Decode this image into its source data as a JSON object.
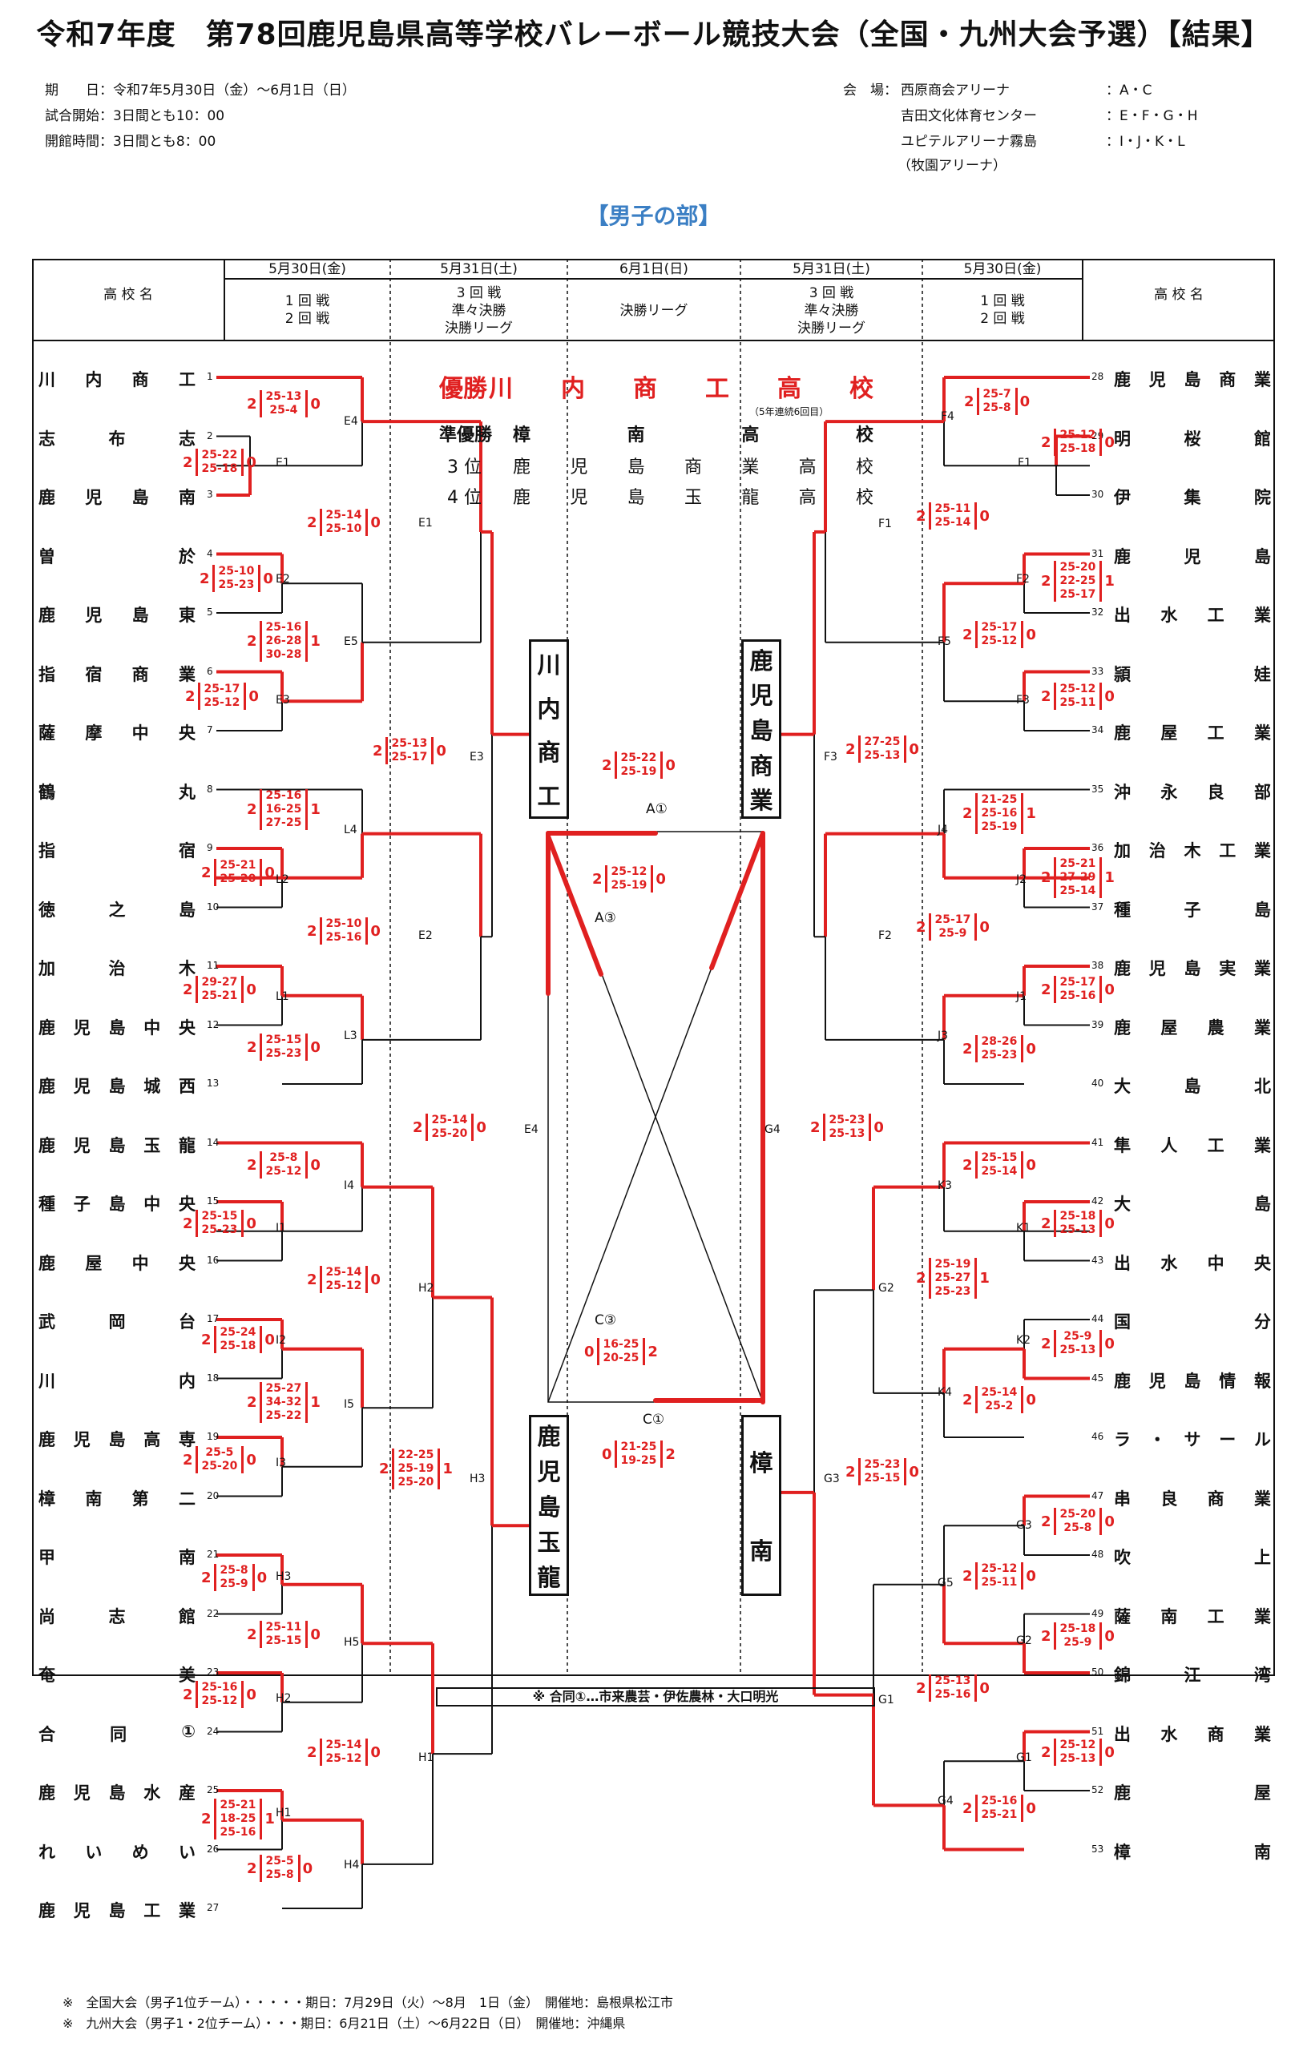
{
  "title": "令和7年度　第78回鹿児島県高等学校バレーボール競技大会（全国・九州大会予選）【結果】",
  "info": {
    "period": "期　　日：令和7年5月30日（金）～6月1日（日）",
    "start": "試合開始：3日間とも10：00",
    "open": "開館時間：3日間とも8：00",
    "venue_label": "会　場：",
    "venues": [
      {
        "name": "西原商会アリーナ",
        "courts": "：A・C"
      },
      {
        "name": "吉田文化体育センター",
        "courts": "：E・F・G・H"
      },
      {
        "name": "ユピテルアリーナ霧島",
        "courts": "：I・J・K・L"
      },
      {
        "name": "（牧園アリーナ）",
        "courts": ""
      }
    ]
  },
  "division": "【男子の部】",
  "header": {
    "school": "高 校 名",
    "cols": [
      {
        "date": "5月30日(金)",
        "l1": "1 回 戦",
        "l2": "2 回 戦",
        "l3": ""
      },
      {
        "date": "5月31日(土)",
        "l1": "3 回 戦",
        "l2": "準々決勝",
        "l3": "決勝リーグ"
      },
      {
        "date": "6月1日(日)",
        "l1": "決勝リーグ",
        "l2": "",
        "l3": ""
      },
      {
        "date": "5月31日(土)",
        "l1": "3 回 戦",
        "l2": "準々決勝",
        "l3": "決勝リーグ"
      },
      {
        "date": "5月30日(金)",
        "l1": "1 回 戦",
        "l2": "2 回 戦",
        "l3": ""
      }
    ]
  },
  "left_teams": [
    {
      "num": "1",
      "name": "川内商工"
    },
    {
      "num": "2",
      "name": "志布志"
    },
    {
      "num": "3",
      "name": "鹿児島南"
    },
    {
      "num": "4",
      "name": "曽於"
    },
    {
      "num": "5",
      "name": "鹿児島東"
    },
    {
      "num": "6",
      "name": "指宿商業"
    },
    {
      "num": "7",
      "name": "薩摩中央"
    },
    {
      "num": "8",
      "name": "鶴丸"
    },
    {
      "num": "9",
      "name": "指宿"
    },
    {
      "num": "10",
      "name": "徳之島"
    },
    {
      "num": "11",
      "name": "加治木"
    },
    {
      "num": "12",
      "name": "鹿児島中央"
    },
    {
      "num": "13",
      "name": "鹿児島城西"
    },
    {
      "num": "14",
      "name": "鹿児島玉龍"
    },
    {
      "num": "15",
      "name": "種子島中央"
    },
    {
      "num": "16",
      "name": "鹿屋中央"
    },
    {
      "num": "17",
      "name": "武岡台"
    },
    {
      "num": "18",
      "name": "川内"
    },
    {
      "num": "19",
      "name": "鹿児島高専"
    },
    {
      "num": "20",
      "name": "樟南第二"
    },
    {
      "num": "21",
      "name": "甲南"
    },
    {
      "num": "22",
      "name": "尚志館"
    },
    {
      "num": "23",
      "name": "奄美"
    },
    {
      "num": "24",
      "name": "合同①"
    },
    {
      "num": "25",
      "name": "鹿児島水産"
    },
    {
      "num": "26",
      "name": "れいめい"
    },
    {
      "num": "27",
      "name": "鹿児島工業"
    }
  ],
  "right_teams": [
    {
      "num": "28",
      "name": "鹿児島商業"
    },
    {
      "num": "29",
      "name": "明桜館"
    },
    {
      "num": "30",
      "name": "伊集院"
    },
    {
      "num": "31",
      "name": "鹿児島"
    },
    {
      "num": "32",
      "name": "出水工業"
    },
    {
      "num": "33",
      "name": "頴娃"
    },
    {
      "num": "34",
      "name": "鹿屋工業"
    },
    {
      "num": "35",
      "name": "沖永良部"
    },
    {
      "num": "36",
      "name": "加治木工業"
    },
    {
      "num": "37",
      "name": "種子島"
    },
    {
      "num": "38",
      "name": "鹿児島実業"
    },
    {
      "num": "39",
      "name": "鹿屋農業"
    },
    {
      "num": "40",
      "name": "大島北"
    },
    {
      "num": "41",
      "name": "隼人工業"
    },
    {
      "num": "42",
      "name": "大島"
    },
    {
      "num": "43",
      "name": "出水中央"
    },
    {
      "num": "44",
      "name": "国分"
    },
    {
      "num": "45",
      "name": "鹿児島情報"
    },
    {
      "num": "46",
      "name": "ラ・サール"
    },
    {
      "num": "47",
      "name": "串良商業"
    },
    {
      "num": "48",
      "name": "吹上"
    },
    {
      "num": "49",
      "name": "薩南工業"
    },
    {
      "num": "50",
      "name": "錦江湾"
    },
    {
      "num": "51",
      "name": "出水商業"
    },
    {
      "num": "52",
      "name": "鹿屋"
    },
    {
      "num": "53",
      "name": "樟南"
    }
  ],
  "results": {
    "win_label": "優勝",
    "win_team": "川内商工高校",
    "streak": "（5年連続6回目）",
    "rows": [
      {
        "label": "準優勝",
        "team": "樟南高校"
      },
      {
        "label": "3 位",
        "team": "鹿児島商業高校"
      },
      {
        "label": "4 位",
        "team": "鹿児島玉龍高校"
      }
    ]
  },
  "semifinal_boxes": {
    "top_left": "川内商工",
    "top_right": "鹿児島商業",
    "bottom_left": "鹿児島玉龍",
    "bottom_right": "樟南"
  },
  "league": {
    "A1": {
      "label": "A①",
      "l": "2",
      "sets": [
        "25-22",
        "25-19"
      ],
      "r": "0"
    },
    "A3": {
      "label": "A③",
      "l": "2",
      "sets": [
        "25-12",
        "25-19"
      ],
      "r": "0"
    },
    "C3": {
      "label": "C③",
      "l": "0",
      "sets": [
        "16-25",
        "20-25"
      ],
      "r": "2"
    },
    "C1": {
      "label": "C①",
      "l": "0",
      "sets": [
        "21-25",
        "19-25"
      ],
      "r": "2"
    }
  },
  "matches": [
    {
      "id": "E4a",
      "label": "E4",
      "l": "2",
      "sets": [
        "25-13",
        "25-4"
      ],
      "r": "0"
    },
    {
      "id": "E1a",
      "label": "E1",
      "l": "2",
      "sets": [
        "25-22",
        "25-18"
      ],
      "r": "0"
    },
    {
      "id": "E1b",
      "label": "E1",
      "l": "2",
      "sets": [
        "25-14",
        "25-10"
      ],
      "r": "0"
    },
    {
      "id": "E2a",
      "label": "E2",
      "l": "2",
      "sets": [
        "25-10",
        "25-23"
      ],
      "r": "0"
    },
    {
      "id": "E5",
      "label": "E5",
      "l": "2",
      "sets": [
        "25-16",
        "26-28",
        "30-28"
      ],
      "r": "1"
    },
    {
      "id": "E3a",
      "label": "E3",
      "l": "2",
      "sets": [
        "25-17",
        "25-12"
      ],
      "r": "0"
    },
    {
      "id": "E3b",
      "label": "E3",
      "l": "2",
      "sets": [
        "25-13",
        "25-17"
      ],
      "r": "0"
    },
    {
      "id": "L4",
      "label": "L4",
      "l": "2",
      "sets": [
        "25-16",
        "16-25",
        "27-25"
      ],
      "r": "1"
    },
    {
      "id": "L2",
      "label": "L2",
      "l": "2",
      "sets": [
        "25-21",
        "25-20"
      ],
      "r": "0"
    },
    {
      "id": "E2b",
      "label": "E2",
      "l": "2",
      "sets": [
        "25-10",
        "25-16"
      ],
      "r": "0"
    },
    {
      "id": "L1",
      "label": "L1",
      "l": "2",
      "sets": [
        "29-27",
        "25-21"
      ],
      "r": "0"
    },
    {
      "id": "L3",
      "label": "L3",
      "l": "2",
      "sets": [
        "25-15",
        "25-23"
      ],
      "r": "0"
    },
    {
      "id": "E4b",
      "label": "E4",
      "l": "2",
      "sets": [
        "25-14",
        "25-20"
      ],
      "r": "0"
    },
    {
      "id": "I4",
      "label": "I4",
      "l": "2",
      "sets": [
        "25-8",
        "25-12"
      ],
      "r": "0"
    },
    {
      "id": "I1",
      "label": "I1",
      "l": "2",
      "sets": [
        "25-15",
        "25-23"
      ],
      "r": "0"
    },
    {
      "id": "H2a",
      "label": "H2",
      "l": "2",
      "sets": [
        "25-14",
        "25-12"
      ],
      "r": "0"
    },
    {
      "id": "I2",
      "label": "I2",
      "l": "2",
      "sets": [
        "25-24",
        "25-18"
      ],
      "r": "0"
    },
    {
      "id": "I5",
      "label": "I5",
      "l": "2",
      "sets": [
        "25-27",
        "34-32",
        "25-22"
      ],
      "r": "1"
    },
    {
      "id": "I3",
      "label": "I3",
      "l": "2",
      "sets": [
        "25-5",
        "25-20"
      ],
      "r": "0"
    },
    {
      "id": "H3b",
      "label": "H3",
      "l": "2",
      "sets": [
        "22-25",
        "25-19",
        "25-20"
      ],
      "r": "1"
    },
    {
      "id": "H3a",
      "label": "H3",
      "l": "2",
      "sets": [
        "25-8",
        "25-9"
      ],
      "r": "0"
    },
    {
      "id": "H5",
      "label": "H5",
      "l": "2",
      "sets": [
        "25-11",
        "25-15"
      ],
      "r": "0"
    },
    {
      "id": "H2b",
      "label": "H2",
      "l": "2",
      "sets": [
        "25-16",
        "25-12"
      ],
      "r": "0"
    },
    {
      "id": "H1b",
      "label": "H1",
      "l": "2",
      "sets": [
        "25-14",
        "25-12"
      ],
      "r": "0"
    },
    {
      "id": "H1a",
      "label": "H1",
      "l": "2",
      "sets": [
        "25-21",
        "18-25",
        "25-16"
      ],
      "r": "1"
    },
    {
      "id": "H4",
      "label": "H4",
      "l": "2",
      "sets": [
        "25-5",
        "25-8"
      ],
      "r": "0"
    },
    {
      "id": "F4",
      "label": "F4",
      "l": "2",
      "sets": [
        "25-7",
        "25-8"
      ],
      "r": "0"
    },
    {
      "id": "F1a",
      "label": "F1",
      "l": "2",
      "sets": [
        "25-12",
        "25-18"
      ],
      "r": "0"
    },
    {
      "id": "F1b",
      "label": "F1",
      "l": "2",
      "sets": [
        "25-11",
        "25-14"
      ],
      "r": "0"
    },
    {
      "id": "F2a",
      "label": "F2",
      "l": "2",
      "sets": [
        "25-20",
        "22-25",
        "25-17"
      ],
      "r": "1"
    },
    {
      "id": "F5",
      "label": "F5",
      "l": "2",
      "sets": [
        "25-17",
        "25-12"
      ],
      "r": "0"
    },
    {
      "id": "F3a",
      "label": "F3",
      "l": "2",
      "sets": [
        "25-12",
        "25-11"
      ],
      "r": "0"
    },
    {
      "id": "F3b",
      "label": "F3",
      "l": "2",
      "sets": [
        "27-25",
        "25-13"
      ],
      "r": "0"
    },
    {
      "id": "J4",
      "label": "J4",
      "l": "2",
      "sets": [
        "21-25",
        "25-16",
        "25-19"
      ],
      "r": "1"
    },
    {
      "id": "J2",
      "label": "J2",
      "l": "2",
      "sets": [
        "25-21",
        "27-29",
        "25-14"
      ],
      "r": "1"
    },
    {
      "id": "F2b",
      "label": "F2",
      "l": "2",
      "sets": [
        "25-17",
        "25-9"
      ],
      "r": "0"
    },
    {
      "id": "J1",
      "label": "J1",
      "l": "2",
      "sets": [
        "25-17",
        "25-16"
      ],
      "r": "0"
    },
    {
      "id": "J3",
      "label": "J3",
      "l": "2",
      "sets": [
        "28-26",
        "25-23"
      ],
      "r": "0"
    },
    {
      "id": "G4a",
      "label": "G4",
      "l": "2",
      "sets": [
        "25-23",
        "25-13"
      ],
      "r": "0"
    },
    {
      "id": "K3",
      "label": "K3",
      "l": "2",
      "sets": [
        "25-15",
        "25-14"
      ],
      "r": "0"
    },
    {
      "id": "K1",
      "label": "K1",
      "l": "2",
      "sets": [
        "25-18",
        "25-13"
      ],
      "r": "0"
    },
    {
      "id": "G2",
      "label": "G2",
      "l": "2",
      "sets": [
        "25-19",
        "25-27",
        "25-23"
      ],
      "r": "1"
    },
    {
      "id": "K2",
      "label": "K2",
      "l": "2",
      "sets": [
        "25-9",
        "25-13"
      ],
      "r": "0"
    },
    {
      "id": "K4",
      "label": "K4",
      "l": "2",
      "sets": [
        "25-14",
        "25-2"
      ],
      "r": "0"
    },
    {
      "id": "G3b",
      "label": "G3",
      "l": "2",
      "sets": [
        "25-23",
        "25-15"
      ],
      "r": "0"
    },
    {
      "id": "G3a",
      "label": "G3",
      "l": "2",
      "sets": [
        "25-20",
        "25-8"
      ],
      "r": "0"
    },
    {
      "id": "G5",
      "label": "G5",
      "l": "2",
      "sets": [
        "25-12",
        "25-11"
      ],
      "r": "0"
    },
    {
      "id": "G2b",
      "label": "G2",
      "l": "2",
      "sets": [
        "25-18",
        "25-9"
      ],
      "r": "0"
    },
    {
      "id": "G1b",
      "label": "G1",
      "l": "2",
      "sets": [
        "25-13",
        "25-16"
      ],
      "r": "0"
    },
    {
      "id": "G1a",
      "label": "G1",
      "l": "2",
      "sets": [
        "25-12",
        "25-13"
      ],
      "r": "0"
    },
    {
      "id": "G4b",
      "label": "G4",
      "l": "2",
      "sets": [
        "25-16",
        "25-21"
      ],
      "r": "0"
    }
  ],
  "note": "※ 合同①…市来農芸・伊佐農林・大口明光",
  "footer": [
    "※　全国大会（男子1位チーム）・・・・・期日：7月29日（火）～8月　1日（金）　開催地：島根県松江市",
    "※　九州大会（男子1・2位チーム）・・・期日：6月21日（土）～6月22日（日）　開催地：沖縄県"
  ],
  "colors": {
    "accent_red": "#e02020",
    "division_blue": "#3b7fc4",
    "line": "#111111"
  }
}
